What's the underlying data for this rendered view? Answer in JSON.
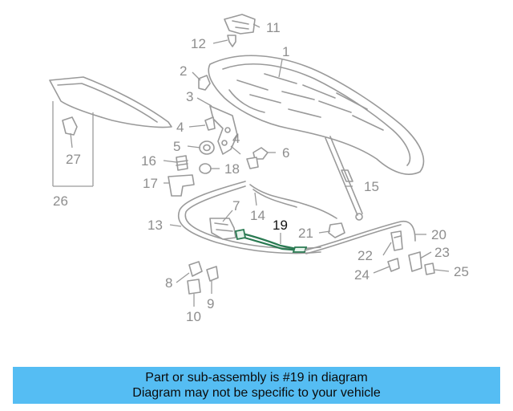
{
  "highlight_part": "19",
  "callouts": [
    {
      "id": "c1",
      "label": "1",
      "highlight": false
    },
    {
      "id": "c2",
      "label": "2",
      "highlight": false
    },
    {
      "id": "c3",
      "label": "3",
      "highlight": false
    },
    {
      "id": "c4a",
      "label": "4",
      "highlight": false
    },
    {
      "id": "c4b",
      "label": "4",
      "highlight": false
    },
    {
      "id": "c5",
      "label": "5",
      "highlight": false
    },
    {
      "id": "c6",
      "label": "6",
      "highlight": false
    },
    {
      "id": "c7",
      "label": "7",
      "highlight": false
    },
    {
      "id": "c8",
      "label": "8",
      "highlight": false
    },
    {
      "id": "c9",
      "label": "9",
      "highlight": false
    },
    {
      "id": "c10",
      "label": "10",
      "highlight": false
    },
    {
      "id": "c11",
      "label": "11",
      "highlight": false
    },
    {
      "id": "c12",
      "label": "12",
      "highlight": false
    },
    {
      "id": "c13",
      "label": "13",
      "highlight": false
    },
    {
      "id": "c14",
      "label": "14",
      "highlight": false
    },
    {
      "id": "c15",
      "label": "15",
      "highlight": false
    },
    {
      "id": "c16",
      "label": "16",
      "highlight": false
    },
    {
      "id": "c17",
      "label": "17",
      "highlight": false
    },
    {
      "id": "c18",
      "label": "18",
      "highlight": false
    },
    {
      "id": "c19",
      "label": "19",
      "highlight": true
    },
    {
      "id": "c20",
      "label": "20",
      "highlight": false
    },
    {
      "id": "c21",
      "label": "21",
      "highlight": false
    },
    {
      "id": "c22",
      "label": "22",
      "highlight": false
    },
    {
      "id": "c23",
      "label": "23",
      "highlight": false
    },
    {
      "id": "c24",
      "label": "24",
      "highlight": false
    },
    {
      "id": "c25",
      "label": "25",
      "highlight": false
    },
    {
      "id": "c26",
      "label": "26",
      "highlight": false
    },
    {
      "id": "c27",
      "label": "27",
      "highlight": false
    }
  ],
  "banner": {
    "line1": "Part or sub-assembly is #19 in diagram",
    "line2": "Diagram may not be specific to your vehicle"
  },
  "colors": {
    "banner_bg": "#55bdf3",
    "highlight_part": "#2a7a52",
    "line_art": "#9a9a9a",
    "label_text": "#8e8e8e"
  }
}
